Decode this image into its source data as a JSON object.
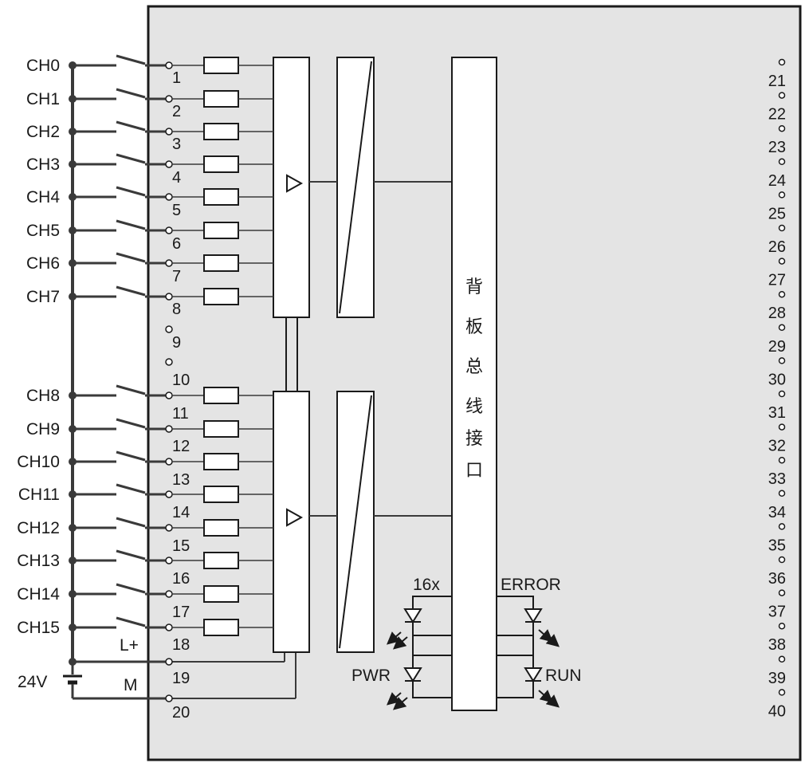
{
  "colors": {
    "panel": "#e4e4e4",
    "line": "#3a3a3a",
    "bus_fill": "#ffffff",
    "background": "#ffffff"
  },
  "channels_top": [
    "CH0",
    "CH1",
    "CH2",
    "CH3",
    "CH4",
    "CH5",
    "CH6",
    "CH7"
  ],
  "channels_bottom": [
    "CH8",
    "CH9",
    "CH10",
    "CH11",
    "CH12",
    "CH13",
    "CH14",
    "CH15"
  ],
  "pins_left": [
    "1",
    "2",
    "3",
    "4",
    "5",
    "6",
    "7",
    "8",
    "9",
    "10",
    "11",
    "12",
    "13",
    "14",
    "15",
    "16",
    "17",
    "18",
    "19",
    "20"
  ],
  "pins_right": [
    "21",
    "22",
    "23",
    "24",
    "25",
    "26",
    "27",
    "28",
    "29",
    "30",
    "31",
    "32",
    "33",
    "34",
    "35",
    "36",
    "37",
    "38",
    "39",
    "40"
  ],
  "power": {
    "supply": "24V",
    "plus": "L+",
    "minus": "M"
  },
  "bus_label": [
    "背",
    "板",
    "总",
    "线",
    "接",
    "口"
  ],
  "leds": {
    "group_label": "16x",
    "error": "ERROR",
    "power": "PWR",
    "run": "RUN"
  },
  "icons": {
    "amp_top": "amplifier-triangle-icon",
    "amp_bottom": "amplifier-triangle-icon",
    "led": "led-diode-icon"
  }
}
